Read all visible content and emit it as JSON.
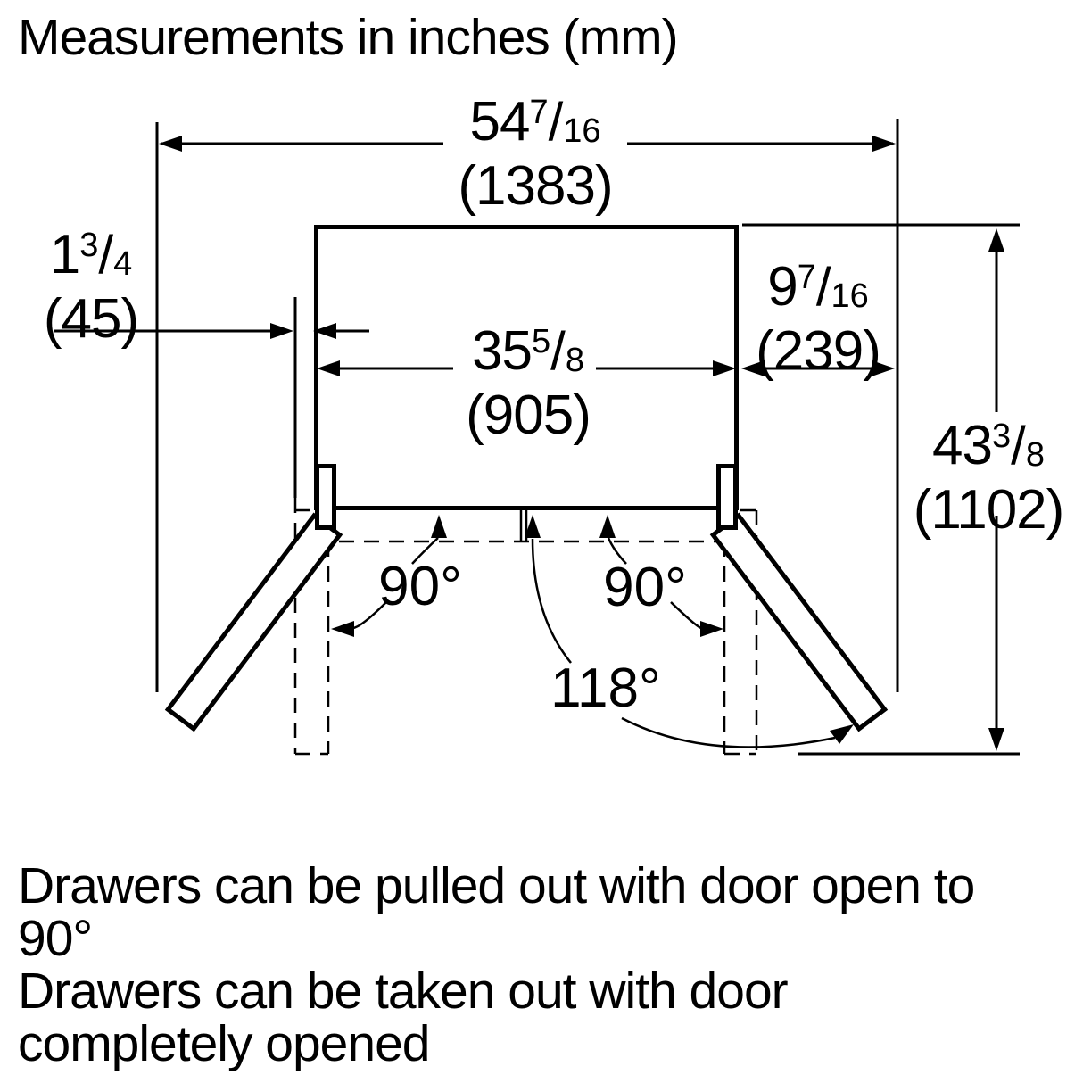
{
  "title": "Measurements in inches (mm)",
  "dimensions": {
    "overall_width": {
      "inches_int": "54",
      "frac_num": "7",
      "frac_slash": "/",
      "frac_den": "16",
      "mm": "(1383)"
    },
    "side_clearance": {
      "inches_int": "1",
      "frac_num": "3",
      "frac_slash": "/",
      "frac_den": "4",
      "mm": "(45)"
    },
    "cabinet_width": {
      "inches_int": "35",
      "frac_num": "5",
      "frac_slash": "/",
      "frac_den": "8",
      "mm": "(905)"
    },
    "door_projection": {
      "inches_int": "9",
      "frac_num": "7",
      "frac_slash": "/",
      "frac_den": "16",
      "mm": "(239)"
    },
    "depth_door_open": {
      "inches_int": "43",
      "frac_num": "3",
      "frac_slash": "/",
      "frac_den": "8",
      "mm": "(1102)"
    }
  },
  "angles": {
    "left_door_open": "90°",
    "right_door_open": "90°",
    "max_open": "118°"
  },
  "notes": {
    "line1": "Drawers can be pulled out with door open to",
    "line2": "90°",
    "line3": "Drawers can be taken out with door",
    "line4": "completely opened"
  },
  "colors": {
    "line": "#000000",
    "background": "#ffffff"
  }
}
